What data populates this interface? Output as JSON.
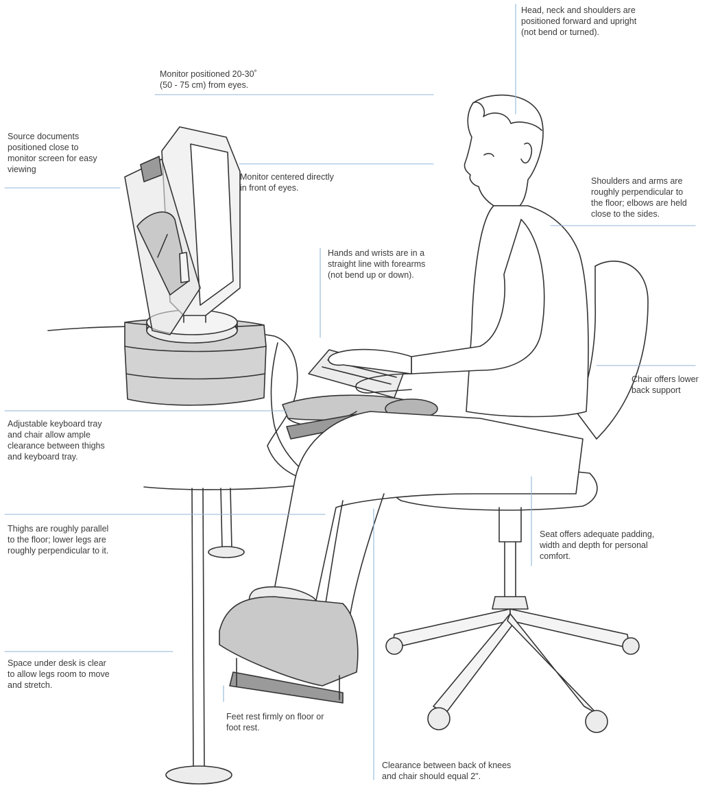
{
  "colors": {
    "leader_line": "#8fb6d8",
    "outline": "#333333",
    "fill_light": "#ececec",
    "fill_mid": "#c9c9c9",
    "fill_dark": "#9a9a9a",
    "text": "#3a3a3a"
  },
  "callouts": [
    {
      "id": "head-neck",
      "text": "Head, neck and shoulders are\npositioned forward and upright\n(not bend or turned)."
    },
    {
      "id": "monitor-distance",
      "text": "Monitor positioned 20-30˚\n(50 - 75 cm) from eyes."
    },
    {
      "id": "source-documents",
      "text": "Source documents\npositioned close to\nmonitor screen for easy\nviewing"
    },
    {
      "id": "monitor-centered",
      "text": "Monitor centered directly\nin front of eyes."
    },
    {
      "id": "shoulders-arms",
      "text": "Shoulders and arms are\nroughly perpendicular to\nthe floor; elbows are held\nclose to the sides."
    },
    {
      "id": "hands-wrists",
      "text": "Hands and wrists are in a\nstraight line with forearms\n(not bend up or down)."
    },
    {
      "id": "chair-back",
      "text": "Chair offers lower\nback support"
    },
    {
      "id": "keyboard-tray",
      "text": "Adjustable keyboard tray\nand chair allow ample\nclearance between thighs\nand keyboard tray."
    },
    {
      "id": "thighs",
      "text": "Thighs are roughly parallel\nto the floor; lower legs are\nroughly perpendicular to it."
    },
    {
      "id": "seat",
      "text": "Seat offers adequate padding,\nwidth and depth for personal\ncomfort."
    },
    {
      "id": "under-desk",
      "text": "Space under desk is clear\nto allow legs room to move\nand stretch."
    },
    {
      "id": "feet",
      "text": "Feet rest firmly on floor or\nfoot rest."
    },
    {
      "id": "knee-clearance",
      "text": "Clearance between back of knees\nand chair should equal 2\"."
    }
  ]
}
